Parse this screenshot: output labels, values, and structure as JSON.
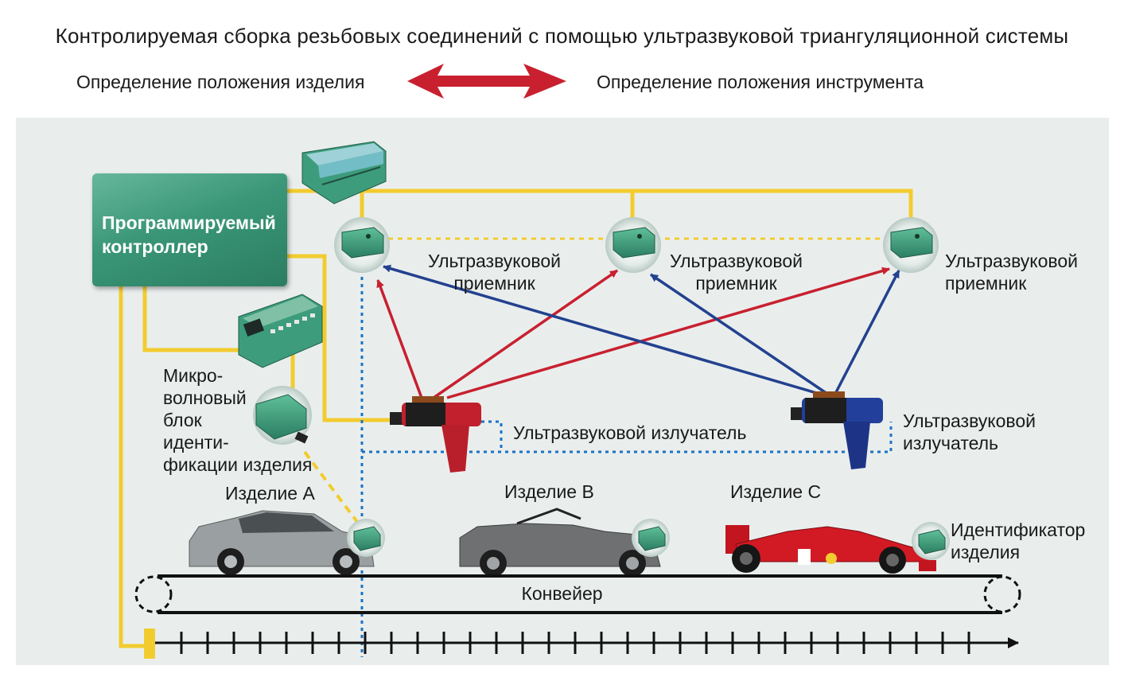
{
  "title": "Контролируемая сборка резьбовых соединений с помощью ультразвуковой триангуляционной системы",
  "legend": {
    "left": "Определение положения изделия",
    "right": "Определение положения инструмента",
    "arrow_color": "#c8202f"
  },
  "controller": {
    "label": "Программируемый контроллер"
  },
  "receivers": [
    {
      "line1": "Ультразвуковой",
      "line2": "приемник"
    },
    {
      "line1": "Ультразвуковой",
      "line2": "приемник"
    },
    {
      "line1": "Ультразвуковой",
      "line2": "приемник"
    }
  ],
  "emitters": [
    {
      "label": "Ультразвуковой излучатель",
      "color": "#c8202f"
    },
    {
      "line1": "Ультразвуковой",
      "line2": "излучатель",
      "color": "#1f3f8f"
    }
  ],
  "id_block": {
    "lines": [
      "Микро-",
      "волновый",
      "блок",
      "иденти-",
      "фикации изделия"
    ]
  },
  "products": [
    "Изделие A",
    "Изделие B",
    "Изделие C"
  ],
  "product_id": {
    "line1": "Идентификатор",
    "line2": "изделия"
  },
  "conveyor": {
    "label": "Конвейер"
  },
  "colors": {
    "wire": "#f2cc2f",
    "red_path": "#c8202f",
    "blue_path": "#23418f",
    "dotted_blue": "#1c72c4",
    "device_green": "#3a9677"
  }
}
